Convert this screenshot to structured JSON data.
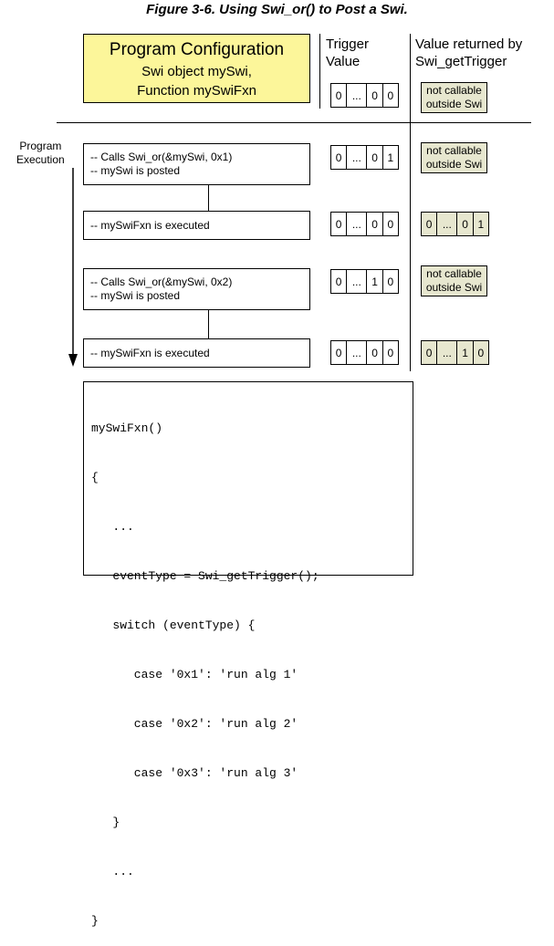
{
  "figure_title": "Figure 3-6.  Using Swi_or() to Post a Swi.",
  "config": {
    "title": "Program Configuration",
    "line1": "Swi object mySwi,",
    "line2": "Function mySwiFxn"
  },
  "headers": {
    "trigger_line1": "Trigger",
    "trigger_line2": "Value",
    "returned_line1": "Value returned by",
    "returned_line2": "Swi_getTrigger"
  },
  "program_execution": {
    "line1": "Program",
    "line2": "Execution"
  },
  "initial": {
    "trigger": [
      "0",
      "...",
      "0",
      "0"
    ],
    "returned_line1": "not callable",
    "returned_line2": "outside Swi"
  },
  "steps": [
    {
      "line1": "-- Calls Swi_or(&mySwi, 0x1)",
      "line2": "-- mySwi is posted",
      "trigger": [
        "0",
        "...",
        "0",
        "1"
      ],
      "returned_text1": "not callable",
      "returned_text2": "outside Swi",
      "returned_cells": null
    },
    {
      "line1": "-- mySwiFxn is executed",
      "line2": "",
      "trigger": [
        "0",
        "...",
        "0",
        "0"
      ],
      "returned_text1": "",
      "returned_text2": "",
      "returned_cells": [
        "0",
        "...",
        "0",
        "1"
      ]
    },
    {
      "line1": "-- Calls Swi_or(&mySwi, 0x2)",
      "line2": "-- mySwi is posted",
      "trigger": [
        "0",
        "...",
        "1",
        "0"
      ],
      "returned_text1": "not callable",
      "returned_text2": "outside Swi",
      "returned_cells": null
    },
    {
      "line1": "-- mySwiFxn is executed",
      "line2": "",
      "trigger": [
        "0",
        "...",
        "0",
        "0"
      ],
      "returned_text1": "",
      "returned_text2": "",
      "returned_cells": [
        "0",
        "...",
        "1",
        "0"
      ]
    }
  ],
  "code_lines": [
    "mySwiFxn()",
    "{",
    "   ...",
    "   eventType = Swi_getTrigger();",
    "   switch (eventType) {",
    "      case '0x1': 'run alg 1'",
    "      case '0x2': 'run alg 2'",
    "      case '0x3': 'run alg 3'",
    "   }",
    "   ...",
    "}"
  ]
}
